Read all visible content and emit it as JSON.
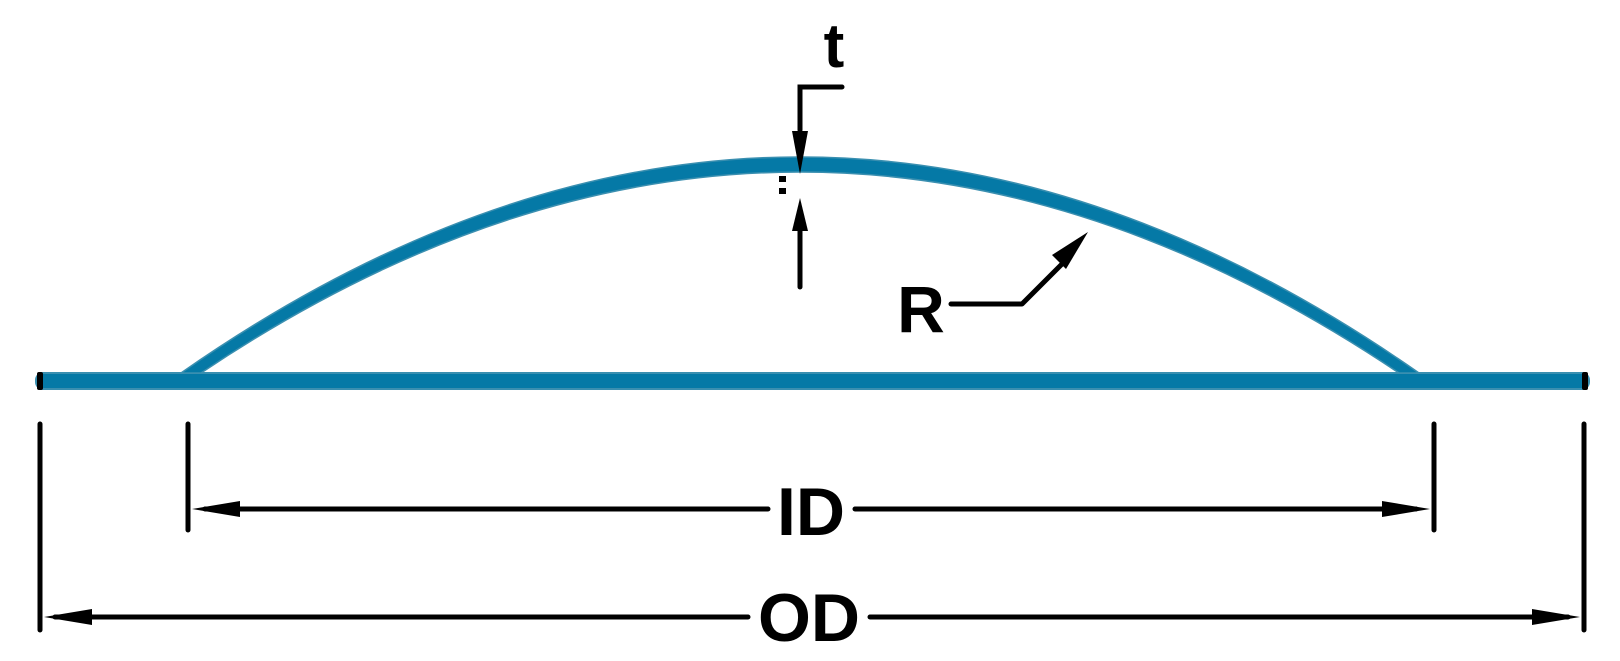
{
  "labels": {
    "thickness": "t",
    "radius": "R",
    "inner_diameter": "ID",
    "outer_diameter": "OD"
  },
  "colors": {
    "part_fill": "#0579A6",
    "part_outline": "#3A8FB0",
    "dimension_lines": "#000000",
    "background": "#FFFFFF"
  }
}
